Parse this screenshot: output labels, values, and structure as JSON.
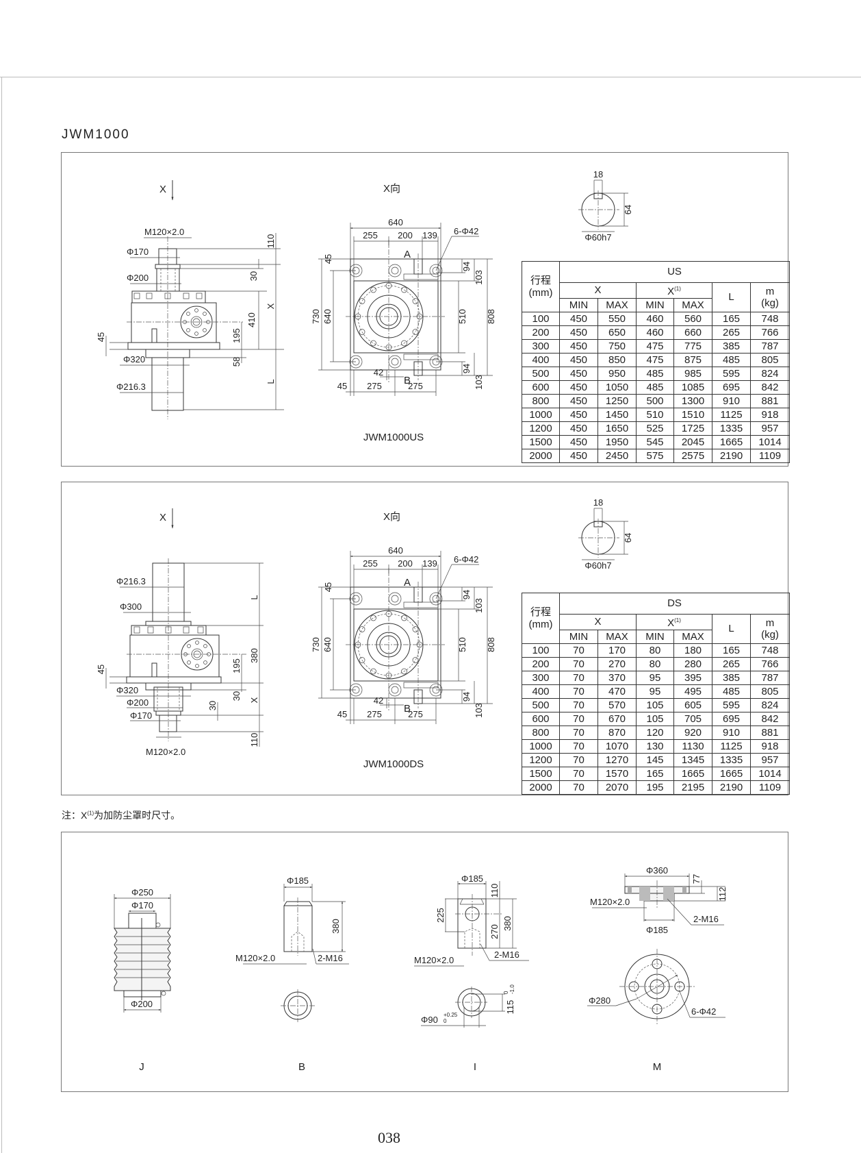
{
  "title": "JWM1000",
  "view_x": "X",
  "view_front": "X向",
  "front_dims": [
    "640",
    "255",
    "200",
    "139",
    "6-Φ42",
    "A",
    "B",
    "45",
    "730",
    "640",
    "94",
    "103",
    "510",
    "808",
    "94",
    "103",
    "42",
    "45",
    "275",
    "275"
  ],
  "shaft_dims": [
    "18",
    "64",
    "Φ60h7"
  ],
  "us": {
    "caption": "JWM1000US",
    "side_dims": [
      "M120×2.0",
      "Φ170",
      "Φ200",
      "Φ320",
      "Φ216.3",
      "110",
      "30",
      "X",
      "410",
      "195",
      "58",
      "L",
      "45"
    ]
  },
  "ds": {
    "caption": "JWM1000DS",
    "side_dims": [
      "Φ216.3",
      "Φ300",
      "L",
      "380",
      "45",
      "195",
      "Φ320",
      "30",
      "X",
      "Φ200",
      "30",
      "Φ170",
      "110",
      "M120×2.0"
    ]
  },
  "table_header": {
    "stroke_cn": "行程",
    "stroke_unit": "(mm)",
    "x": "X",
    "x1": "X",
    "x1_sup": "(1)",
    "l": "L",
    "m": "m",
    "m_unit": "(kg)",
    "min": "MIN",
    "max": "MAX"
  },
  "tables": [
    {
      "name": "US",
      "rows": [
        [
          "100",
          "450",
          "550",
          "460",
          "560",
          "165",
          "748"
        ],
        [
          "200",
          "450",
          "650",
          "460",
          "660",
          "265",
          "766"
        ],
        [
          "300",
          "450",
          "750",
          "475",
          "775",
          "385",
          "787"
        ],
        [
          "400",
          "450",
          "850",
          "475",
          "875",
          "485",
          "805"
        ],
        [
          "500",
          "450",
          "950",
          "485",
          "985",
          "595",
          "824"
        ],
        [
          "600",
          "450",
          "1050",
          "485",
          "1085",
          "695",
          "842"
        ],
        [
          "800",
          "450",
          "1250",
          "500",
          "1300",
          "910",
          "881"
        ],
        [
          "1000",
          "450",
          "1450",
          "510",
          "1510",
          "1125",
          "918"
        ],
        [
          "1200",
          "450",
          "1650",
          "525",
          "1725",
          "1335",
          "957"
        ],
        [
          "1500",
          "450",
          "1950",
          "545",
          "2045",
          "1665",
          "1014"
        ],
        [
          "2000",
          "450",
          "2450",
          "575",
          "2575",
          "2190",
          "1109"
        ]
      ]
    },
    {
      "name": "DS",
      "rows": [
        [
          "100",
          "70",
          "170",
          "80",
          "180",
          "165",
          "748"
        ],
        [
          "200",
          "70",
          "270",
          "80",
          "280",
          "265",
          "766"
        ],
        [
          "300",
          "70",
          "370",
          "95",
          "395",
          "385",
          "787"
        ],
        [
          "400",
          "70",
          "470",
          "95",
          "495",
          "485",
          "805"
        ],
        [
          "500",
          "70",
          "570",
          "105",
          "605",
          "595",
          "824"
        ],
        [
          "600",
          "70",
          "670",
          "105",
          "705",
          "695",
          "842"
        ],
        [
          "800",
          "70",
          "870",
          "120",
          "920",
          "910",
          "881"
        ],
        [
          "1000",
          "70",
          "1070",
          "130",
          "1130",
          "1125",
          "918"
        ],
        [
          "1200",
          "70",
          "1270",
          "145",
          "1345",
          "1335",
          "957"
        ],
        [
          "1500",
          "70",
          "1570",
          "165",
          "1665",
          "1665",
          "1014"
        ],
        [
          "2000",
          "70",
          "2070",
          "195",
          "2195",
          "2190",
          "1109"
        ]
      ]
    }
  ],
  "note": {
    "prefix": "注：X",
    "sup": "(1)",
    "text": "为加防尘罩时尺寸。"
  },
  "accessories": {
    "J": {
      "label": "J",
      "dims": [
        "Φ250",
        "Φ170",
        "Φ200"
      ]
    },
    "B": {
      "label": "B",
      "dims": [
        "Φ185",
        "380",
        "M120×2.0",
        "2-M16"
      ]
    },
    "I": {
      "label": "I",
      "dims": [
        "Φ185",
        "110",
        "225",
        "270",
        "380",
        "M120×2.0",
        "2-M16",
        "Φ90",
        "+0.25",
        "0",
        "115",
        "0",
        "-1.0"
      ]
    },
    "M": {
      "label": "M",
      "dims": [
        "Φ360",
        "77",
        "112",
        "M120×2.0",
        "2-M16",
        "Φ185",
        "Φ280",
        "6-Φ42"
      ]
    }
  },
  "page_number": "038"
}
